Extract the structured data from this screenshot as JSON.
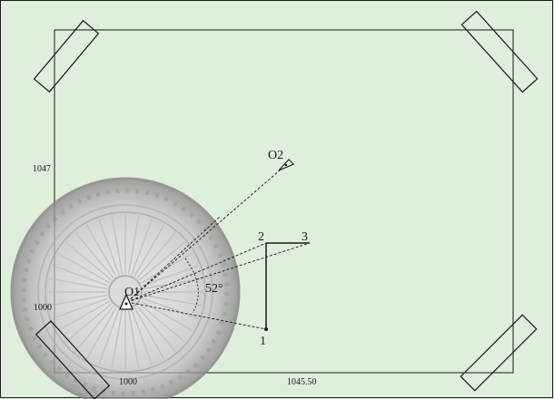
{
  "colors": {
    "background": "#deefdb",
    "line": "#1a1a1a",
    "protractor_outer": "#9c9a9a",
    "protractor_inner": "#d6d6d6"
  },
  "labels": {
    "coord_1047": "1047",
    "coord_1000_left": "1000",
    "coord_1000_bottom": "1000",
    "coord_1045_50": "1045.50",
    "station_o1": "O1",
    "station_o2": "O2",
    "point_1": "1",
    "point_2": "2",
    "point_3": "3",
    "angle": "52°"
  },
  "icons": {
    "station_marker": "triangle-station-icon",
    "protractor": "protractor-icon",
    "tape_corner": "tape-icon"
  }
}
